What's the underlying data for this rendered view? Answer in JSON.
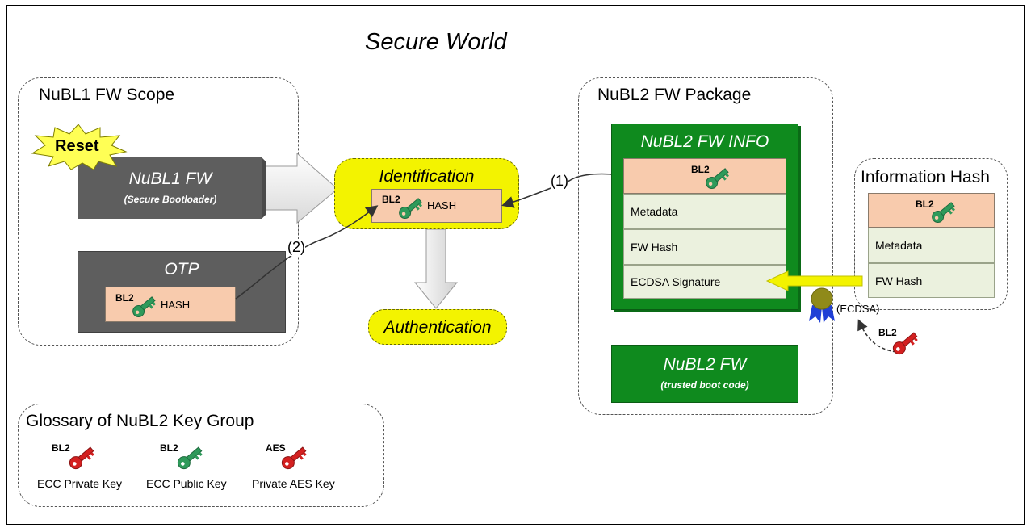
{
  "diagram": {
    "title": "Secure World",
    "nubl1_scope": {
      "label": "NuBL1 FW Scope",
      "reset": "Reset",
      "fw_title": "NuBL1 FW",
      "fw_subtitle": "(Secure Bootloader)",
      "otp_title": "OTP",
      "otp_key": "BL2",
      "otp_hash": "HASH"
    },
    "identification": {
      "title": "Identification",
      "key": "BL2",
      "hash": "HASH"
    },
    "authentication": "Authentication",
    "arrow_labels": {
      "one": "(1)",
      "two": "(2)"
    },
    "nubl2_package": {
      "label": "NuBL2 FW Package",
      "info_title": "NuBL2 FW INFO",
      "info_key": "BL2",
      "rows": [
        "Metadata",
        "FW Hash",
        "ECDSA Signature"
      ],
      "fw_title": "NuBL2 FW",
      "fw_subtitle": "(trusted boot code)"
    },
    "info_hash": {
      "label": "Information Hash",
      "key": "BL2",
      "rows": [
        "Metadata",
        "FW Hash"
      ]
    },
    "ecdsa": {
      "label": "(ECDSA)",
      "key": "BL2"
    },
    "glossary": {
      "title": "Glossary of NuBL2 Key Group",
      "items": [
        {
          "key_label": "BL2",
          "caption": "ECC Private Key",
          "color": "#d42020"
        },
        {
          "key_label": "BL2",
          "caption": "ECC Public Key",
          "color": "#2e9a5a"
        },
        {
          "key_label": "AES",
          "caption": "Private AES Key",
          "color": "#d42020"
        }
      ]
    },
    "colors": {
      "green_key": "#2e9a5a",
      "red_key": "#d42020",
      "dark_green": "#0f8a1e",
      "yellow": "#f3f300",
      "gray_box": "#595959"
    }
  }
}
